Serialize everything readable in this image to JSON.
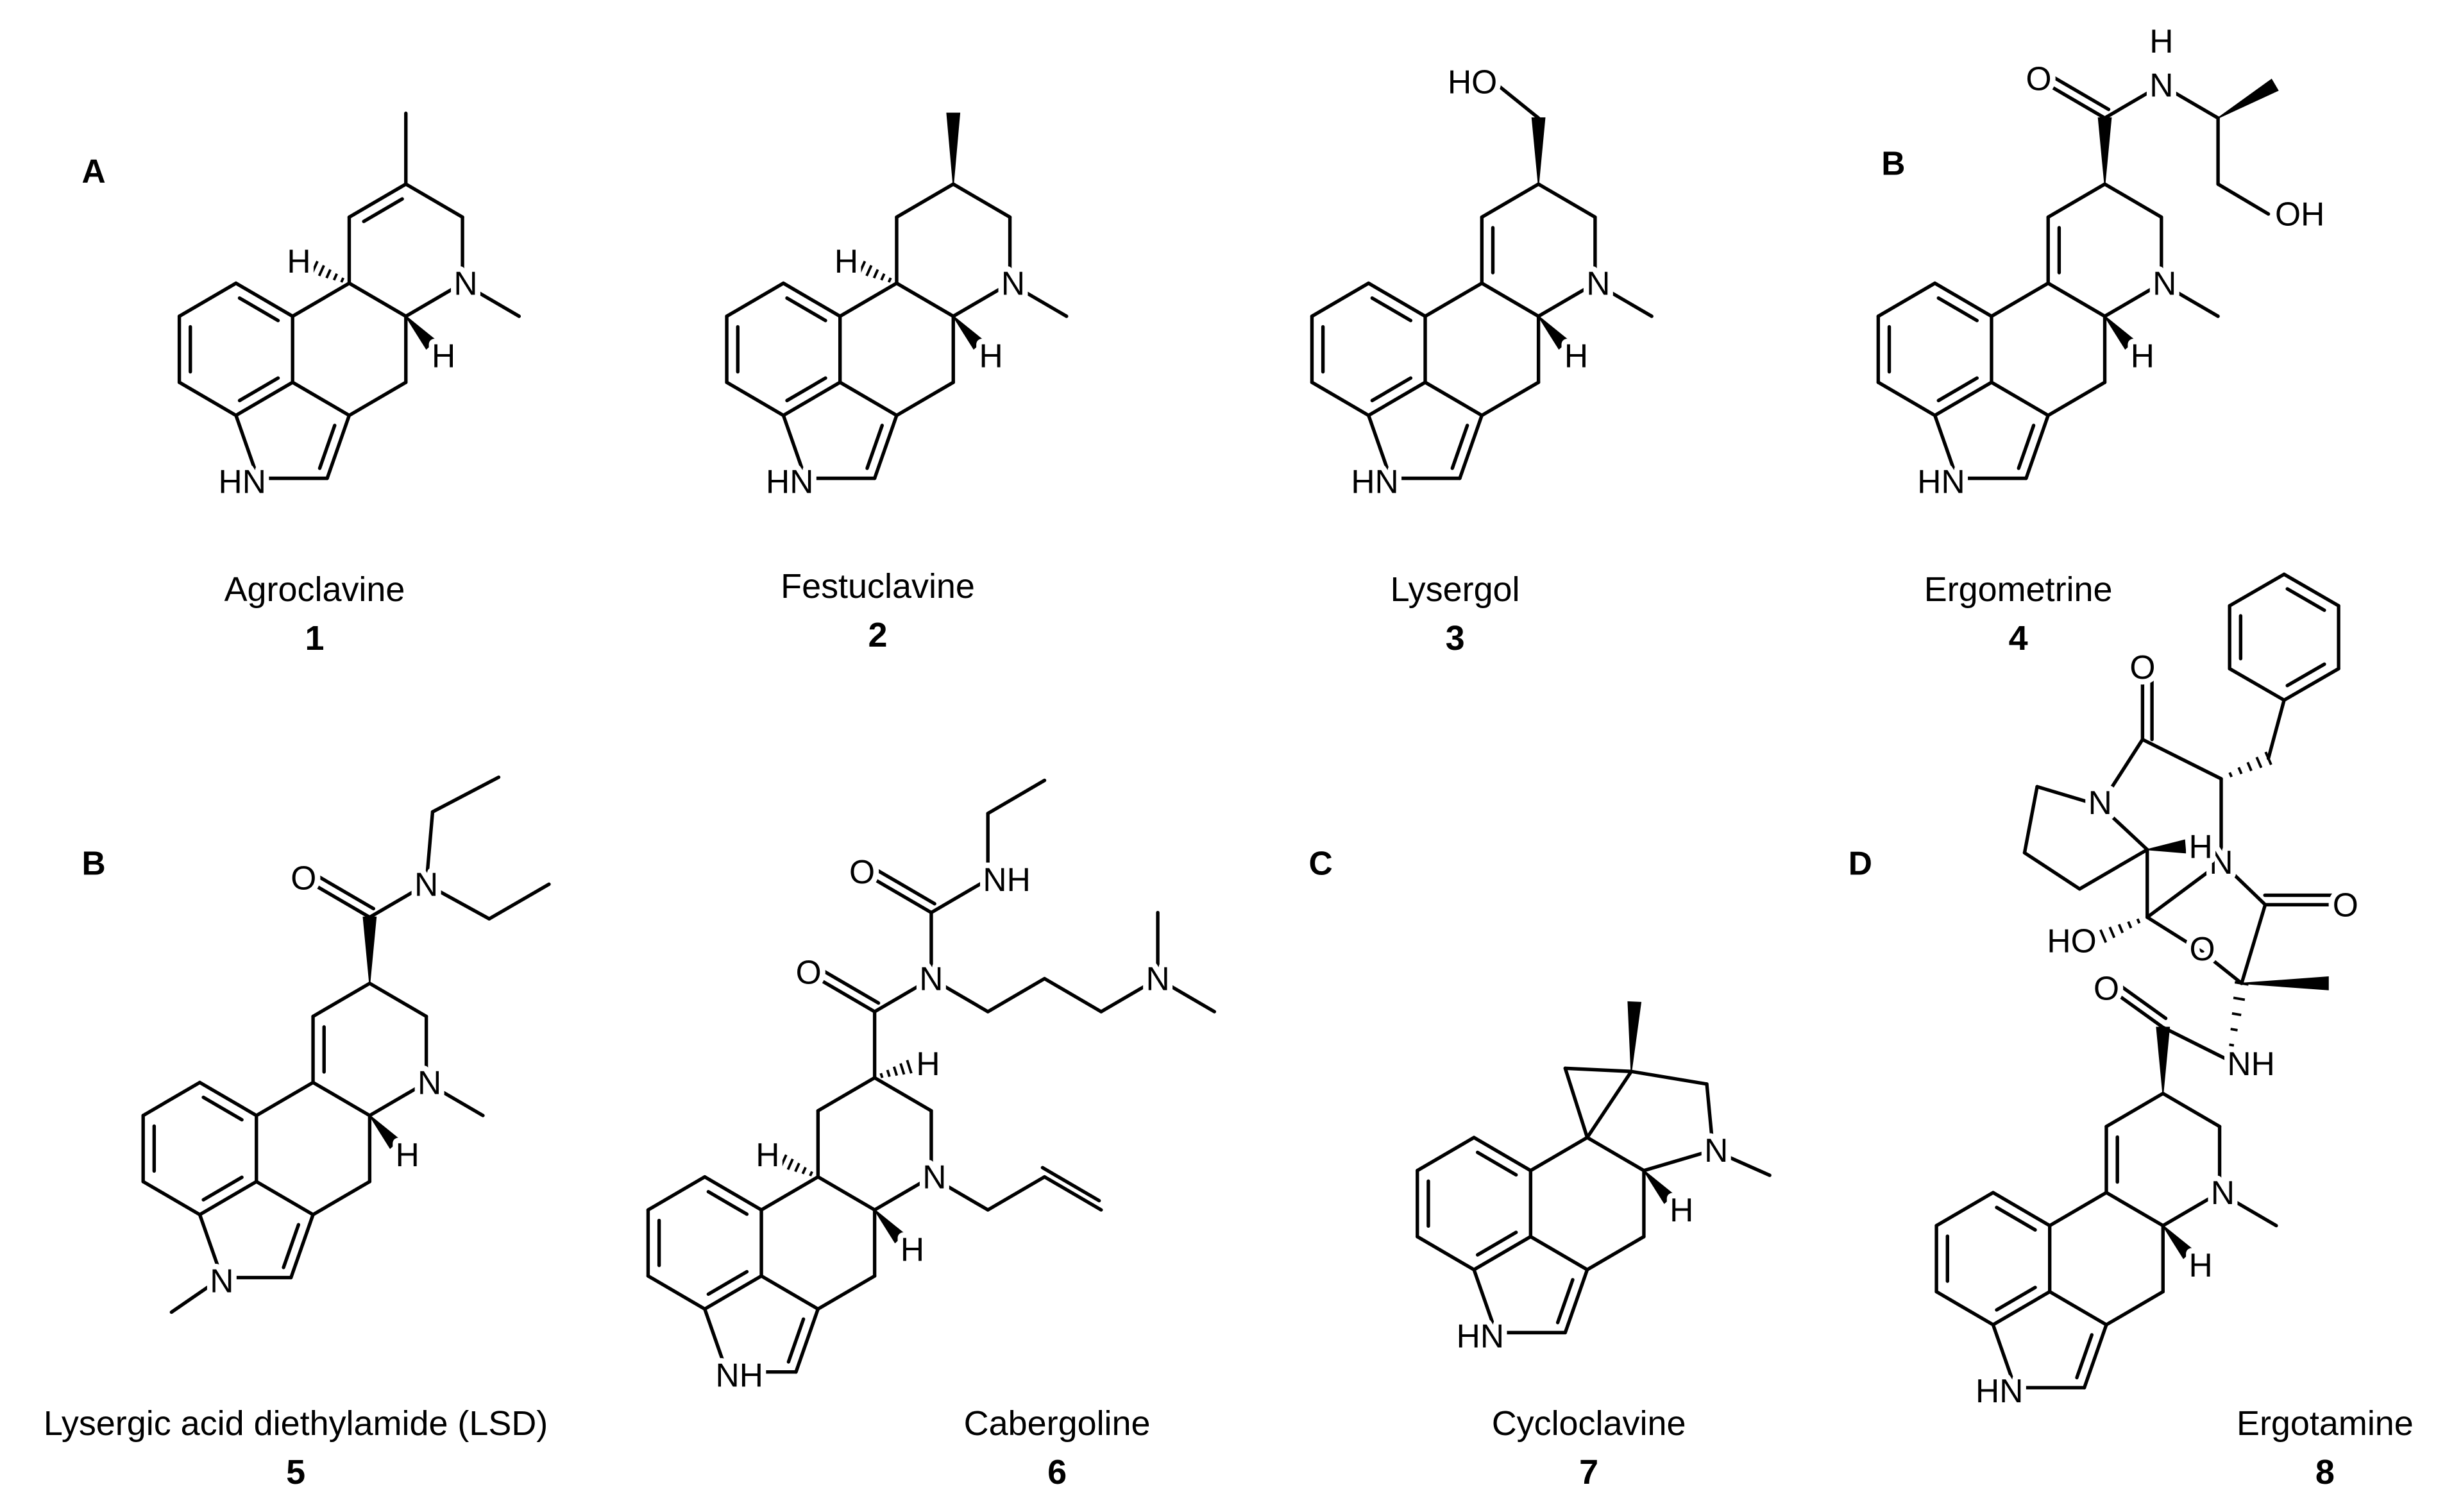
{
  "panel_labels": [
    "A",
    "B",
    "B",
    "C",
    "D"
  ],
  "molecules": [
    {
      "name": "Agroclavine",
      "number": "1",
      "atoms": [
        "HN",
        "N",
        "H",
        "H"
      ]
    },
    {
      "name": "Festuclavine",
      "number": "2",
      "atoms": [
        "HN",
        "N",
        "H",
        "H"
      ]
    },
    {
      "name": "Lysergol",
      "number": "3",
      "atoms": [
        "HN",
        "N",
        "H",
        "HO"
      ]
    },
    {
      "name": "Ergometrine",
      "number": "4",
      "atoms": [
        "HN",
        "N",
        "H",
        "O",
        "N",
        "H",
        "OH"
      ]
    },
    {
      "name": "Lysergic acid diethylamide (LSD)",
      "number": "5",
      "atoms": [
        "N",
        "N",
        "H",
        "O",
        "N"
      ]
    },
    {
      "name": "Cabergoline",
      "number": "6",
      "atoms": [
        "NH",
        "N",
        "H",
        "H",
        "H",
        "O",
        "N",
        "O",
        "NH",
        "N"
      ]
    },
    {
      "name": "Cycloclavine",
      "number": "7",
      "atoms": [
        "HN",
        "N",
        "H"
      ]
    },
    {
      "name": "Ergotamine",
      "number": "8",
      "atoms": [
        "HN",
        "N",
        "H",
        "O",
        "NH",
        "O",
        "O",
        "N",
        "HO",
        "H",
        "N",
        "O"
      ]
    }
  ]
}
